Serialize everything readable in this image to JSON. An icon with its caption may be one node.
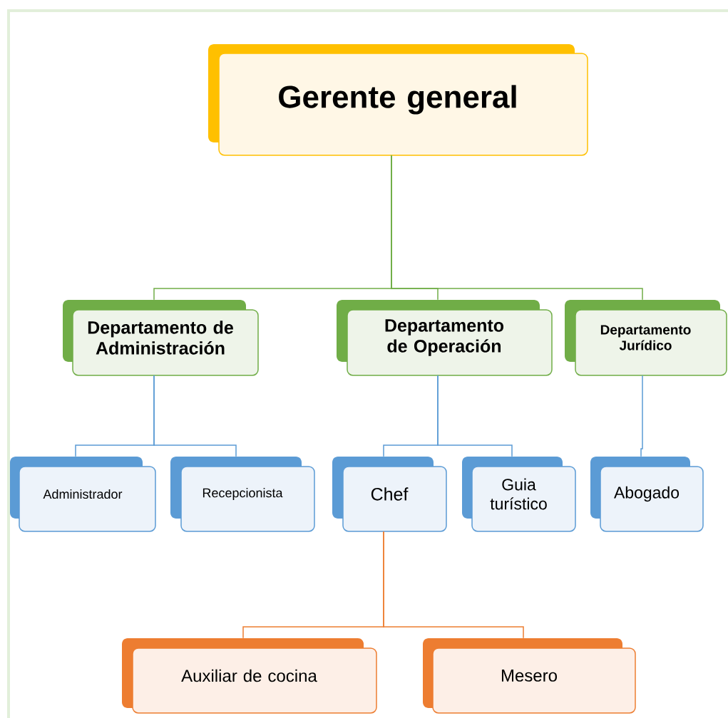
{
  "diagram": {
    "nodes": [
      {
        "text": [
          "Gerente general"
        ]
      },
      {
        "text": [
          "Departamento de Administración"
        ]
      },
      {
        "text": [
          "Departamento de Operación"
        ]
      },
      {
        "text": [
          "Departamento Jurídico"
        ]
      },
      {
        "text": [
          "Administrador"
        ]
      },
      {
        "text": [
          "Recepcionista"
        ]
      },
      {
        "text": [
          "Chef"
        ]
      },
      {
        "text": [
          "Guia turístico"
        ]
      },
      {
        "text": [
          "Abogado"
        ]
      },
      {
        "text": [
          "Auxiliar de cocina"
        ]
      },
      {
        "text": [
          "Mesero"
        ]
      }
    ],
    "edges": [
      {
        "from": 0,
        "to": 1,
        "arrow": "none",
        "color": "#70ad47"
      },
      {
        "from": 0,
        "to": 2,
        "arrow": "none",
        "color": "#70ad47"
      },
      {
        "from": 0,
        "to": 3,
        "arrow": "none",
        "color": "#70ad47"
      },
      {
        "from": 1,
        "to": 4,
        "arrow": "none"
      },
      {
        "from": 1,
        "to": 5,
        "arrow": "none"
      },
      {
        "from": 2,
        "to": 6,
        "arrow": "none"
      },
      {
        "from": 2,
        "to": 7,
        "arrow": "none"
      },
      {
        "from": 3,
        "to": 8,
        "arrow": "none"
      },
      {
        "from": 6,
        "to": 9,
        "arrow": "none",
        "color": "#ed7d31"
      },
      {
        "from": 6,
        "to": 10,
        "arrow": "none",
        "color": "#ed7d31"
      }
    ]
  }
}
